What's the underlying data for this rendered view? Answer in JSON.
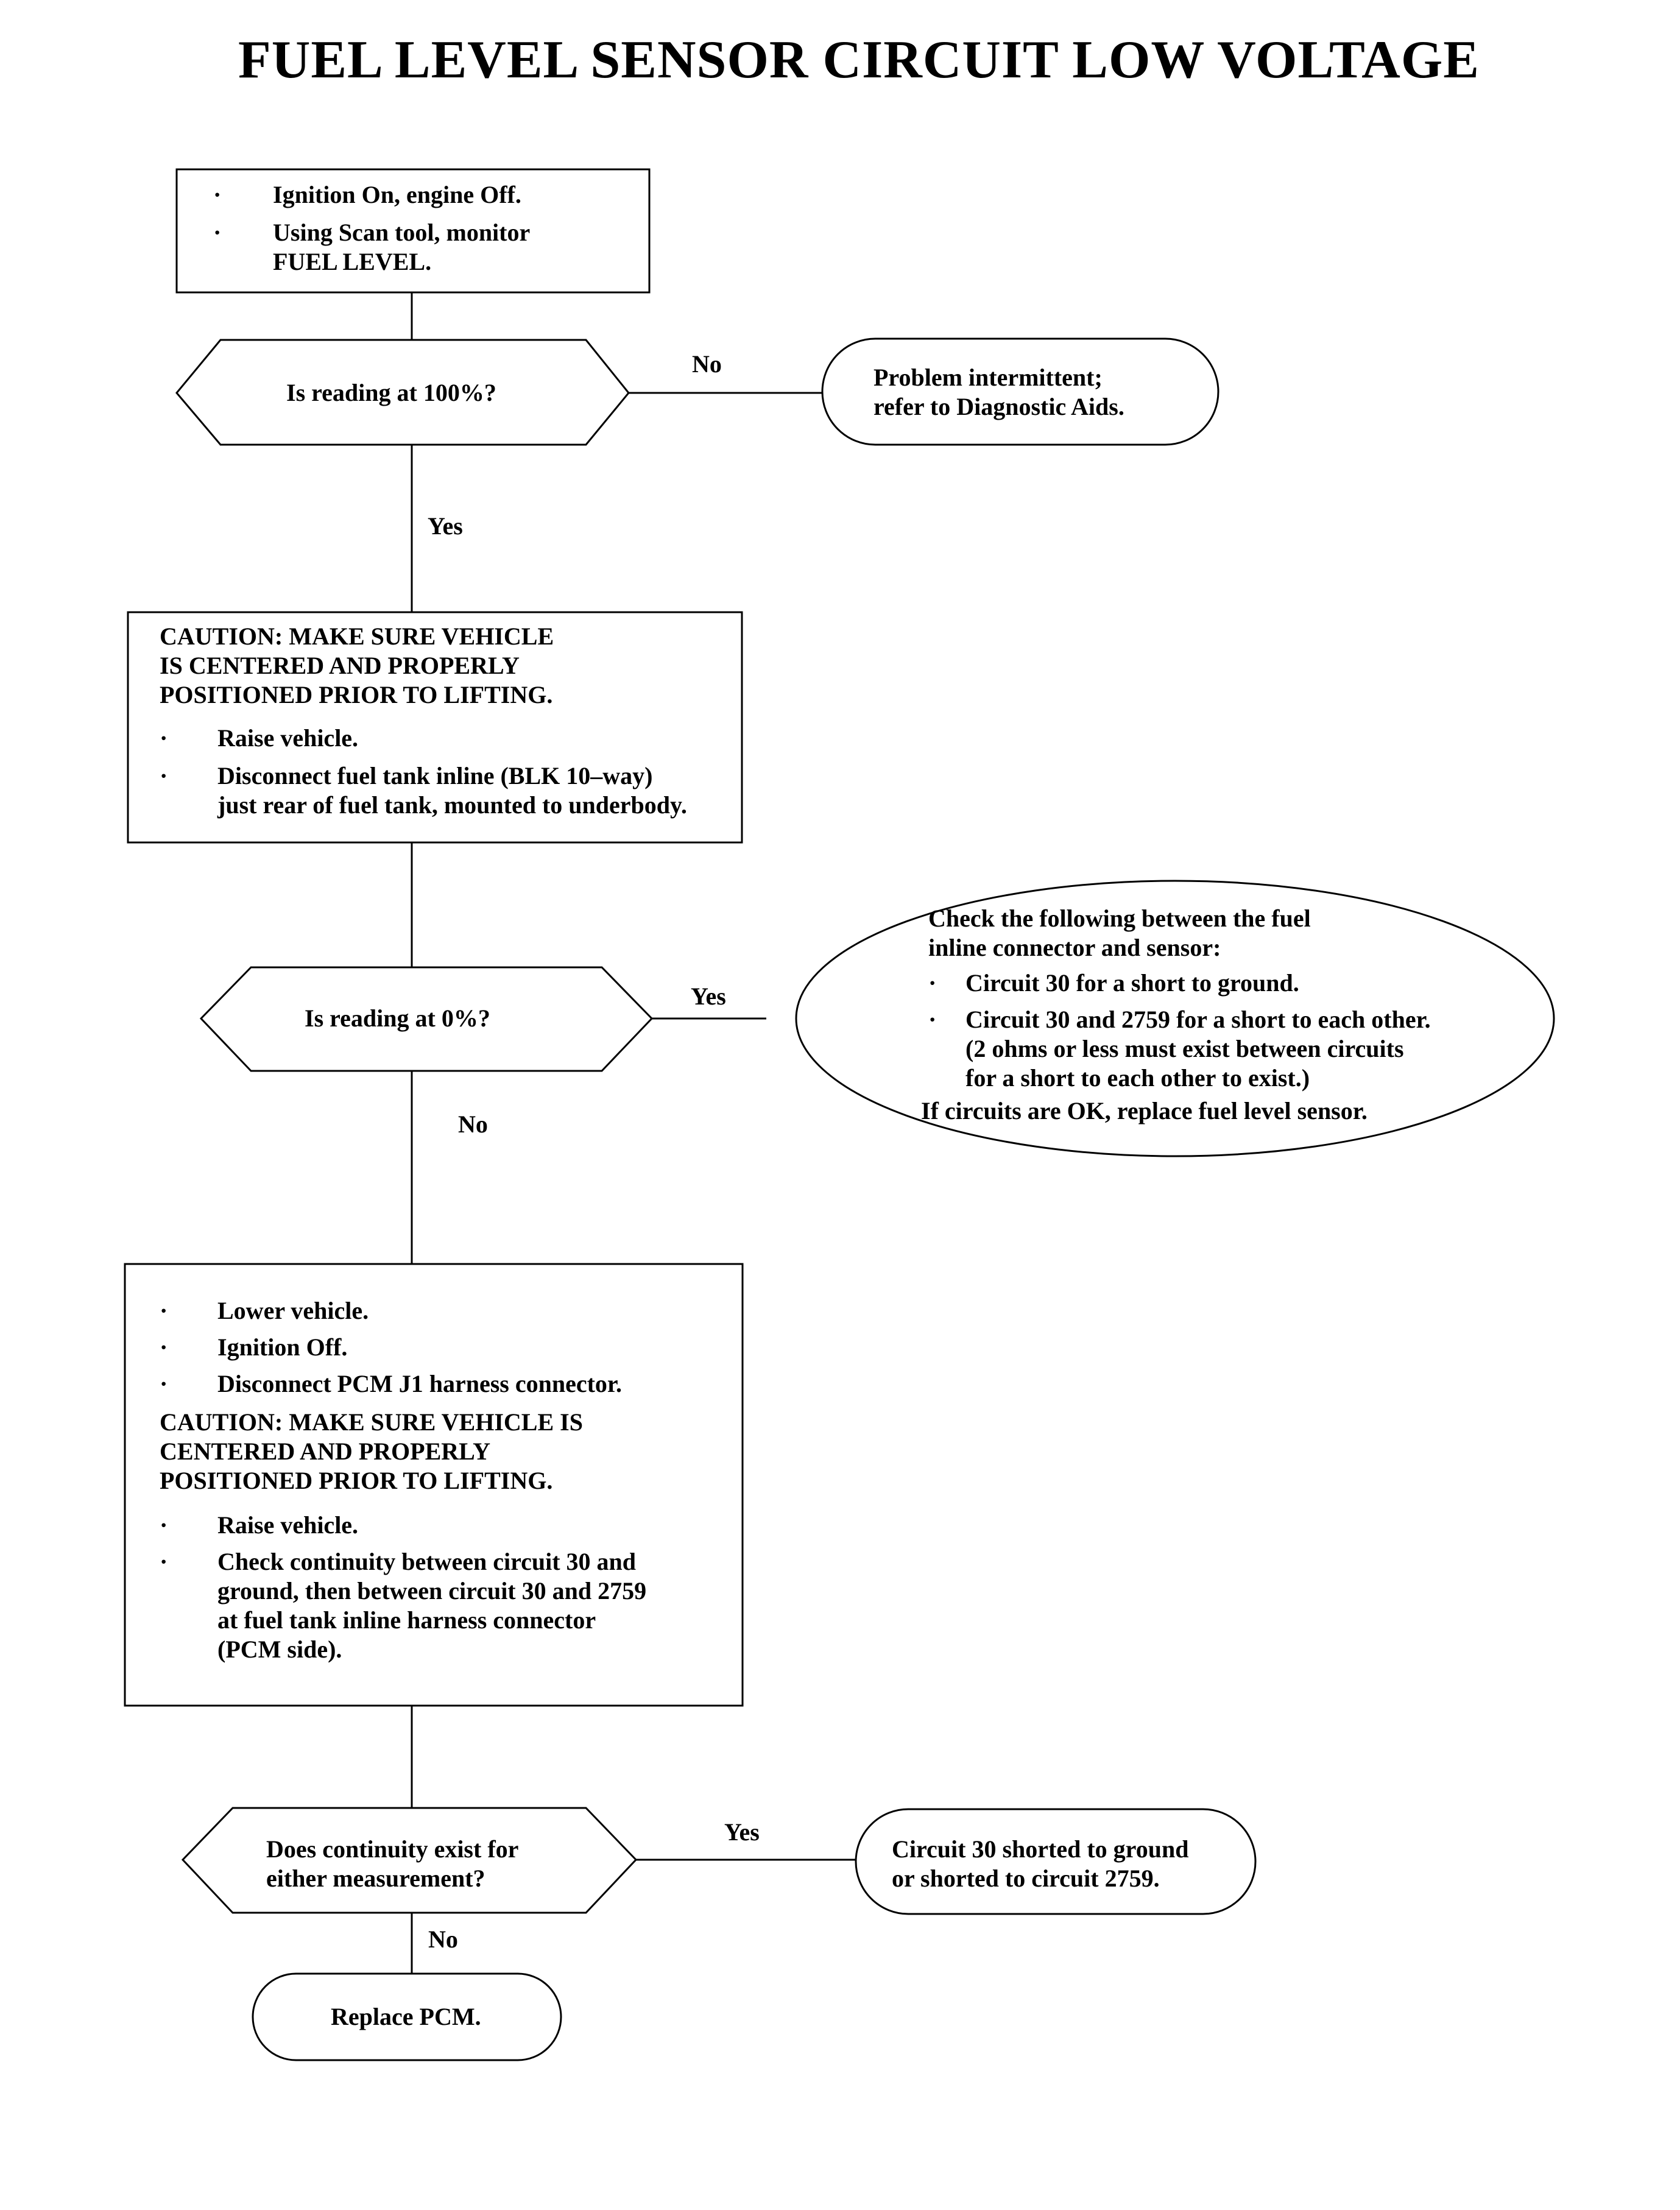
{
  "title": "FUEL LEVEL SENSOR CIRCUIT LOW VOLTAGE",
  "step1": {
    "bullets": [
      "Ignition On, engine Off.",
      "Using Scan tool, monitor",
      "FUEL LEVEL."
    ]
  },
  "decision1": {
    "text": "Is reading at 100%?",
    "no_label": "No",
    "yes_label": "Yes"
  },
  "terminal1": {
    "lines": [
      "Problem intermittent;",
      "refer to Diagnostic Aids."
    ]
  },
  "step2": {
    "caution": [
      "CAUTION: MAKE SURE VEHICLE",
      "IS CENTERED AND PROPERLY",
      "POSITIONED PRIOR TO LIFTING."
    ],
    "bullets": [
      "Raise vehicle.",
      "Disconnect fuel tank inline (BLK 10–way)",
      "just rear of fuel tank, mounted to underbody."
    ]
  },
  "decision2": {
    "text": "Is reading at 0%?",
    "yes_label": "Yes",
    "no_label": "No"
  },
  "terminal2": {
    "lines": [
      "Check the following between the fuel",
      "inline connector and sensor:",
      "Circuit 30 for a short to ground.",
      "Circuit 30 and 2759 for a short to each other.",
      "(2 ohms or less must exist between circuits",
      "for a short to each other to exist.)",
      "If circuits are OK, replace fuel level sensor."
    ]
  },
  "step3": {
    "bullets_a": [
      "Lower vehicle.",
      "Ignition Off.",
      "Disconnect PCM J1 harness connector."
    ],
    "caution": [
      "CAUTION: MAKE SURE VEHICLE IS",
      "CENTERED AND PROPERLY",
      "POSITIONED PRIOR TO LIFTING."
    ],
    "bullets_b": [
      "Raise vehicle.",
      "Check continuity between circuit 30 and",
      "ground, then between circuit 30 and 2759",
      "at fuel tank inline harness connector",
      "(PCM side)."
    ]
  },
  "decision3": {
    "lines": [
      "Does continuity exist for",
      "either measurement?"
    ],
    "yes_label": "Yes",
    "no_label": "No"
  },
  "terminal3": {
    "lines": [
      "Circuit 30 shorted to ground",
      "or shorted to circuit 2759."
    ]
  },
  "terminal4": {
    "text": "Replace PCM."
  },
  "bullet_glyph": "·"
}
